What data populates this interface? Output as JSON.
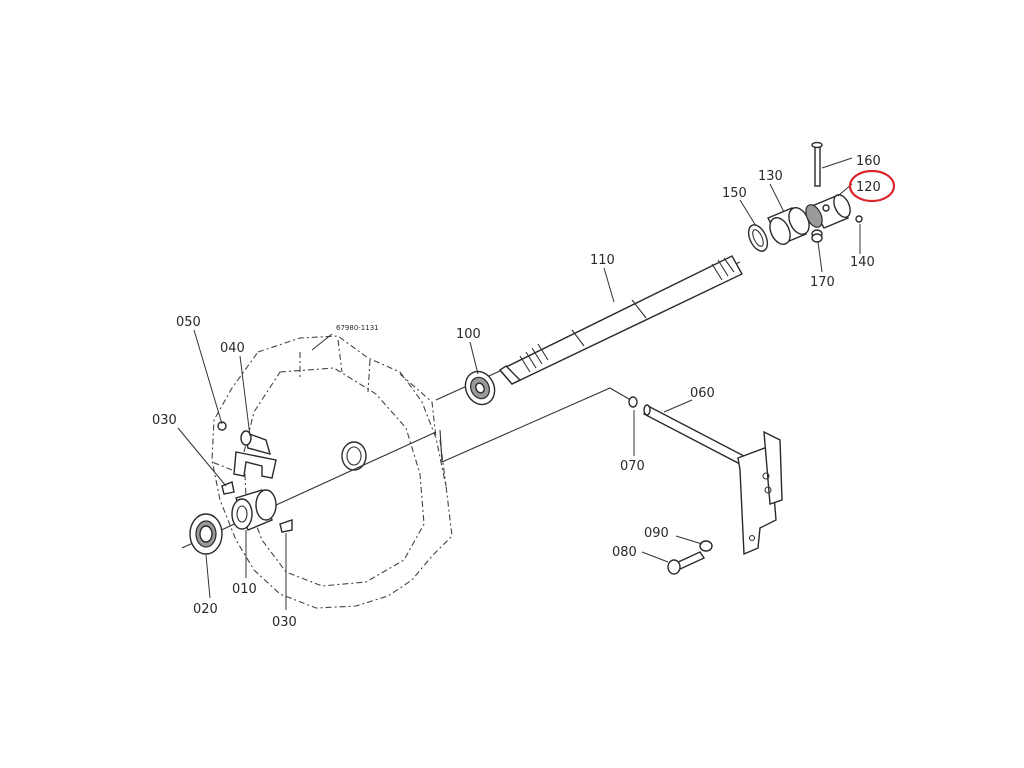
{
  "diagram": {
    "part_code": "67980-1131",
    "highlight_color": "#d9262c",
    "labels": {
      "p010": "010",
      "p020": "020",
      "p030a": "030",
      "p030b": "030",
      "p040": "040",
      "p050": "050",
      "p060": "060",
      "p070": "070",
      "p080": "080",
      "p090": "090",
      "p100": "100",
      "p110": "110",
      "p120": "120",
      "p130": "130",
      "p140": "140",
      "p150": "150",
      "p160": "160",
      "p170": "170"
    }
  }
}
